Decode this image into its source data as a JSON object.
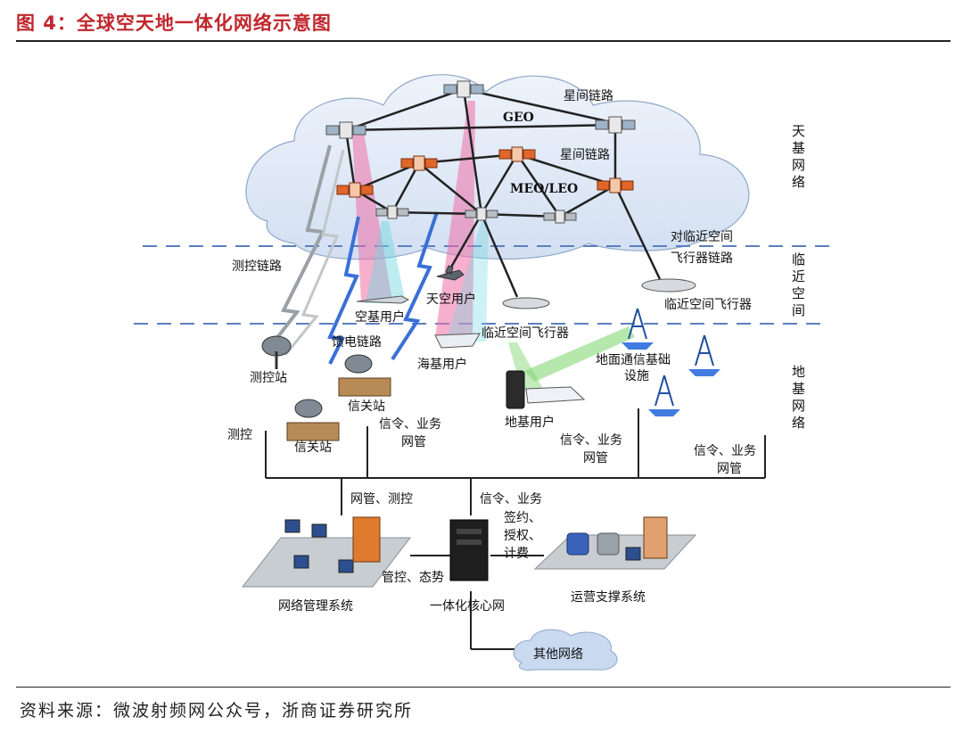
{
  "figure": {
    "title": "图 4：全球空天地一体化网络示意图",
    "source": "资料来源：微波射频网公众号，浙商证券研究所"
  },
  "layers": {
    "space": "天基网络",
    "near_space": "临近空间",
    "ground": "地基网络"
  },
  "labels": {
    "geo": "GEO",
    "meo_leo": "MEO/LEO",
    "isl_top": "星间链路",
    "isl_mid": "星间链路",
    "near_link_1": "对临近空间",
    "near_link_2": "飞行器链路",
    "near_aircraft_right": "临近空间飞行器",
    "ttc_link": "测控链路",
    "feeder_link": "馈电链路",
    "air_user": "空基用户",
    "space_user": "天空用户",
    "near_aircraft_center": "临近空间飞行器",
    "sea_user": "海基用户",
    "ttc_station": "测控站",
    "gateway_1": "信关站",
    "gateway_2": "信关站",
    "ground_infra_1": "地面通信基础",
    "ground_infra_2": "设施",
    "ground_user": "地基用户",
    "ttc": "测控",
    "sig_biz_1a": "信令、业务",
    "sig_biz_1b": "网管",
    "sig_biz_2a": "信令、业务",
    "sig_biz_2b": "网管",
    "sig_biz_3a": "信令、业务",
    "sig_biz_3b": "网管",
    "nm_ttc": "网管、测控",
    "sig_biz_4": "信令、业务",
    "sign_1": "签约、",
    "sign_2": "授权、",
    "sign_3": "计费",
    "ctrl_state": "管控、态势",
    "nms": "网络管理系统",
    "core": "一体化核心网",
    "oss": "运营支撑系统",
    "other_net": "其他网络"
  },
  "colors": {
    "title": "#c0272d",
    "cloud_fill": "#dde8f6",
    "cloud_stroke": "#8fa8c8",
    "dash_line": "#5b7fbf",
    "pink_beam": "#ee6fa6",
    "cyan_beam": "#6fd6e0",
    "green_beam": "#7ad36a",
    "blue_bolt": "#3a6fd8",
    "gray_bolt": "#9aa0a6",
    "satellite_orange": "#e0662a"
  }
}
